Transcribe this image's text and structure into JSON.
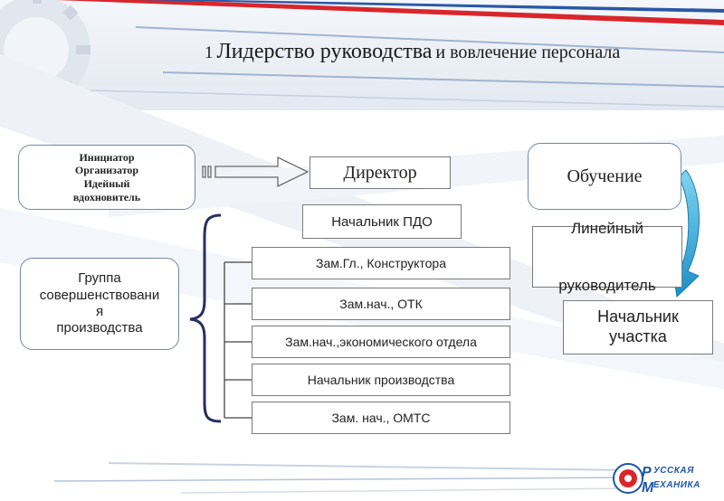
{
  "title": {
    "number": "1",
    "main": "Лидерство руководства",
    "tail": "и вовлечение персонала"
  },
  "initiator": {
    "lines": [
      "Инициатор",
      "Организатор",
      "Идейный",
      "вдохновитель"
    ]
  },
  "director": "Директор",
  "pdo_head": "Начальник ПДО",
  "group": {
    "lines": [
      "Группа",
      "совершенствовани",
      "я",
      "производства"
    ]
  },
  "deputies": [
    "Зам.Гл., Конструктора",
    "Зам.нач., ОТК",
    "Зам.нач.,экономического отдела",
    "Начальник производства",
    "Зам. нач., ОМТС"
  ],
  "training": "Обучение",
  "line_manager": {
    "line1": "Линейный",
    "line2": "руководитель"
  },
  "section_head": {
    "line1": "Начальник",
    "line2": "участка"
  },
  "logo": {
    "line1": "УССКАЯ",
    "line2": "ЕХАНИКА"
  },
  "colors": {
    "accent_blue": "#1e57a8",
    "arrow_cyan": "#49b8e0",
    "bracket_navy": "#27305e"
  }
}
